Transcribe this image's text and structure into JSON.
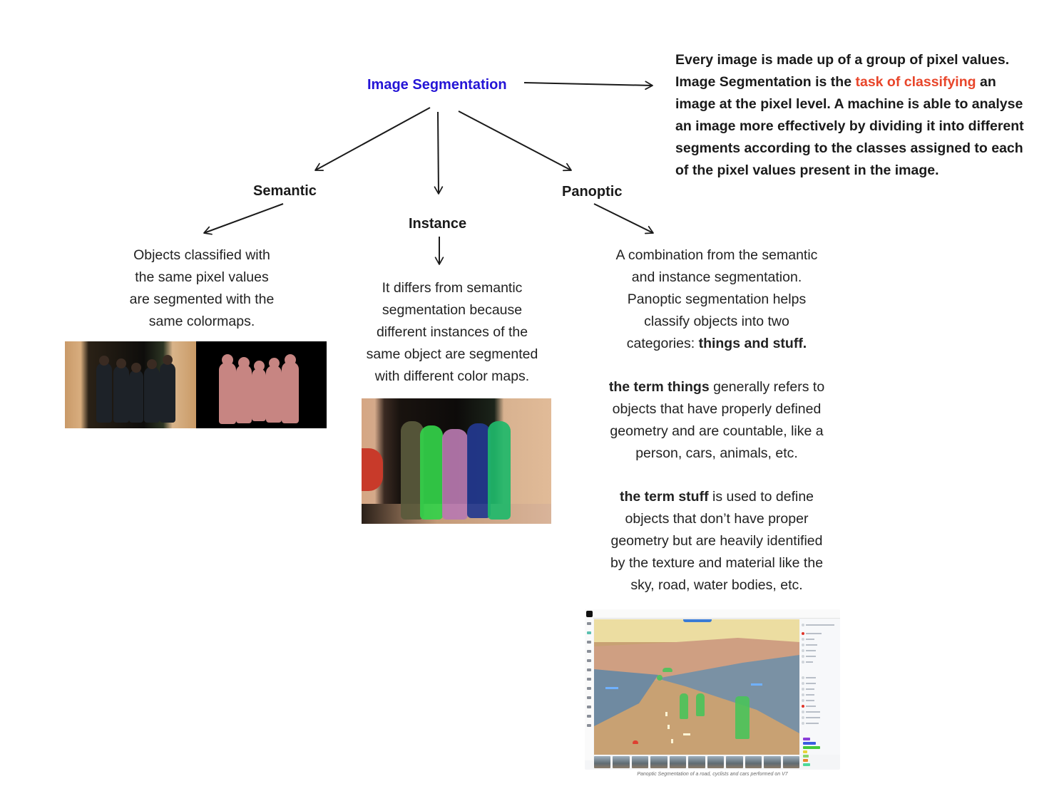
{
  "root": {
    "title": "Image Segmentation",
    "title_color": "#2414d6"
  },
  "definition": {
    "lines": [
      {
        "parts": [
          {
            "text": "Every image is made up of a group of pixel values."
          }
        ]
      },
      {
        "parts": [
          {
            "text": "Image Segmentation is the "
          },
          {
            "text": "task of classifying",
            "accent": true
          },
          {
            "text": " an"
          }
        ]
      },
      {
        "parts": [
          {
            "text": "image at the pixel level. A machine is able to analyse"
          }
        ]
      },
      {
        "parts": [
          {
            "text": "an image more effectively by dividing it into different"
          }
        ]
      },
      {
        "parts": [
          {
            "text": "segments according to the classes assigned to each"
          }
        ]
      },
      {
        "parts": [
          {
            "text": "of the pixel values present in the image."
          }
        ]
      }
    ],
    "accent_color": "#e8452a"
  },
  "branches": {
    "semantic": {
      "title": "Semantic",
      "description": [
        "Objects classified with",
        "the same pixel values",
        "are segmented with the",
        "same colormaps."
      ],
      "images": [
        {
          "name": "semantic-original-photo",
          "alt": "Group of five people standing by a wall"
        },
        {
          "name": "semantic-mask",
          "alt": "Single-color segmentation mask of the group",
          "mask_color": "#c78582"
        }
      ]
    },
    "instance": {
      "title": "Instance",
      "description": [
        "It differs from semantic",
        "segmentation because",
        "different instances of the",
        "same object are segmented",
        "with different color maps."
      ],
      "image": {
        "alt": "Five people each segmented with a different color",
        "instance_colors": [
          "#5a5a3c",
          "#33d14a",
          "#b77ab0",
          "#23388f",
          "#1fb86a"
        ]
      }
    },
    "panoptic": {
      "title": "Panoptic",
      "intro_lines": [
        {
          "parts": [
            {
              "text": "A combination from the semantic"
            }
          ]
        },
        {
          "parts": [
            {
              "text": "and instance segmentation."
            }
          ]
        },
        {
          "parts": [
            {
              "text": "Panoptic segmentation helps"
            }
          ]
        },
        {
          "parts": [
            {
              "text": "classify objects into two"
            }
          ]
        },
        {
          "parts": [
            {
              "text": "categories: "
            },
            {
              "text": "things and stuff.",
              "bold": true
            }
          ]
        }
      ],
      "things_lines": [
        {
          "parts": [
            {
              "text": "the term things",
              "bold": true
            },
            {
              "text": " generally refers to"
            }
          ]
        },
        {
          "parts": [
            {
              "text": "objects that have properly defined"
            }
          ]
        },
        {
          "parts": [
            {
              "text": "geometry and are countable, like a"
            }
          ]
        },
        {
          "parts": [
            {
              "text": "person, cars, animals, etc."
            }
          ]
        }
      ],
      "stuff_lines": [
        {
          "parts": [
            {
              "text": "the term stuff",
              "bold": true
            },
            {
              "text": " is used to define"
            }
          ]
        },
        {
          "parts": [
            {
              "text": "objects that don’t have proper"
            }
          ]
        },
        {
          "parts": [
            {
              "text": "geometry but are heavily identified"
            }
          ]
        },
        {
          "parts": [
            {
              "text": "by the texture and material like the"
            }
          ]
        },
        {
          "parts": [
            {
              "text": "sky, road, water bodies, etc."
            }
          ]
        }
      ],
      "screenshot_caption": "Panoptic Segmentation of a road, cyclists and cars performed on V7",
      "class_tag_colors": [
        "#8b3fd9",
        "#3b5ee0",
        "#45c93a",
        "#e8d43a",
        "#8bd46a",
        "#e88a2a",
        "#4ed99a"
      ]
    }
  }
}
